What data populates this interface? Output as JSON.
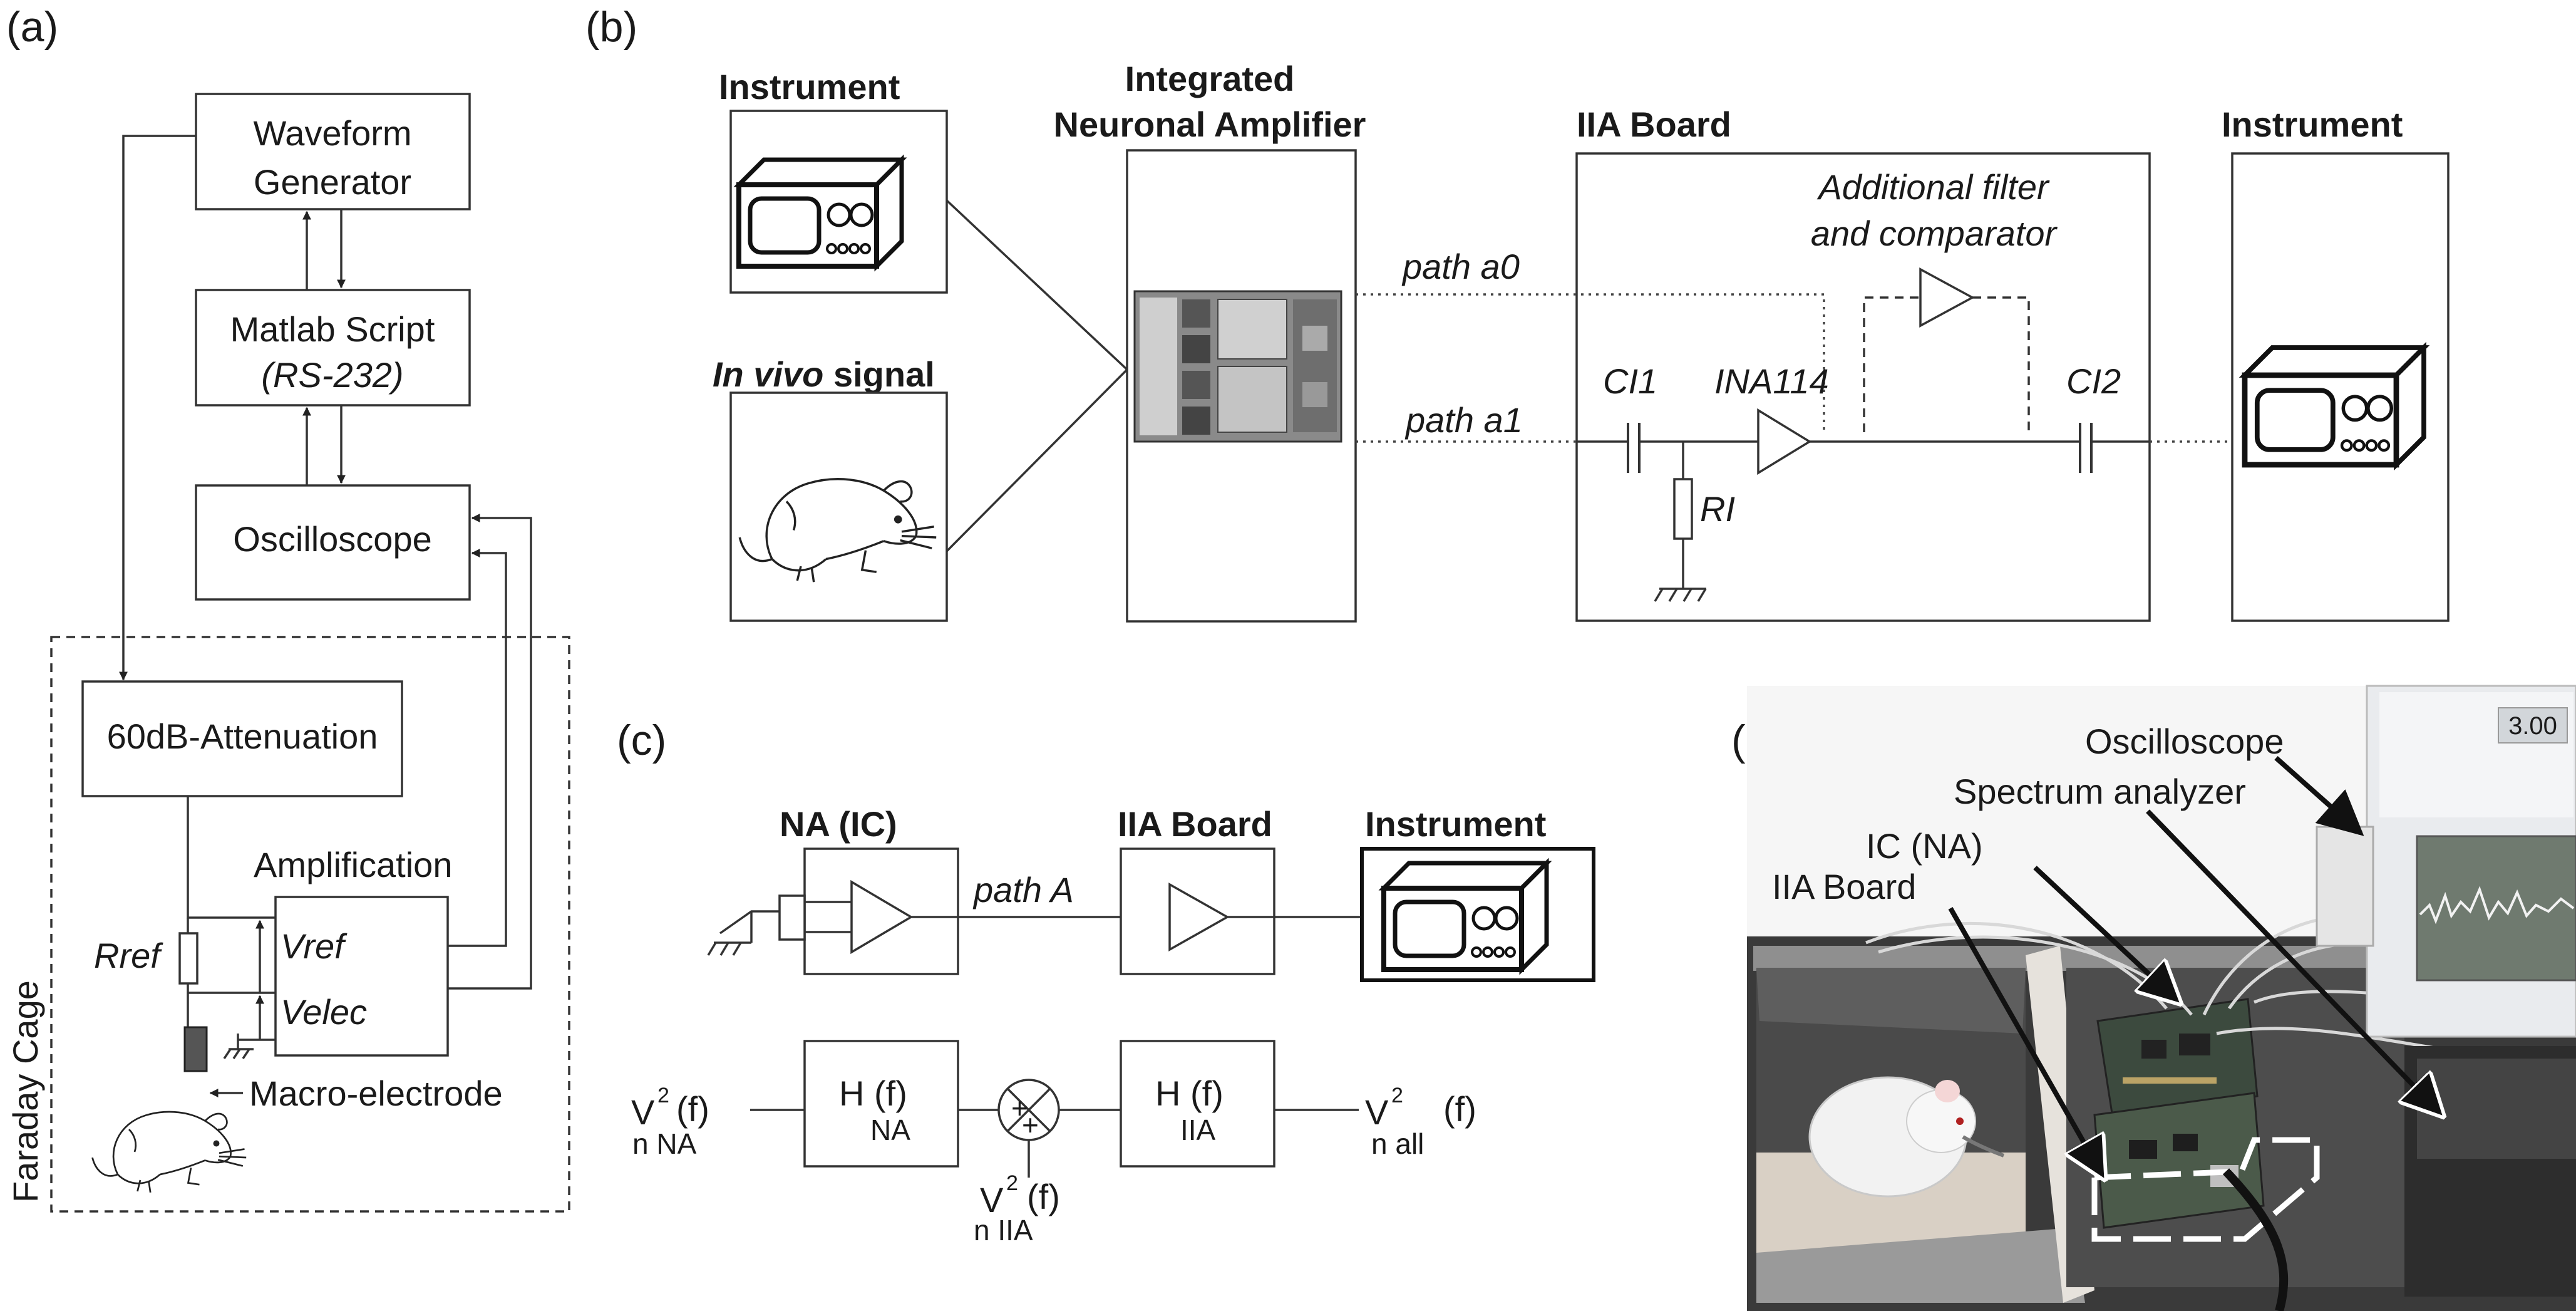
{
  "panels": {
    "a": "(a)",
    "b": "(b)",
    "c": "(c)",
    "d": "(d)"
  },
  "panel_a": {
    "waveform_generator": [
      "Waveform",
      "Generator"
    ],
    "matlab_script": "Matlab Script",
    "rs232": "(RS-232)",
    "oscilloscope": "Oscilloscope",
    "attenuation": "60dB-Attenuation",
    "amplification": "Amplification",
    "vref": "Vref",
    "velec": "Velec",
    "rref": "Rref",
    "macro_electrode": "Macro-electrode",
    "faraday_cage": "Faraday Cage"
  },
  "panel_b": {
    "instrument_left": "Instrument",
    "in_vivo_italic": "In vivo",
    "in_vivo_rest": " signal",
    "integrated_amp": [
      "Integrated",
      "Neuronal Amplifier"
    ],
    "iia_board": "IIA Board",
    "instrument_right": "Instrument",
    "additional_filter": [
      "Additional filter",
      "and comparator"
    ],
    "path_a0": "path a0",
    "path_a1": "path a1",
    "ci1": "CI1",
    "ina114": "INA114",
    "ci2": "CI2",
    "ri": "RI"
  },
  "panel_c": {
    "na_ic": "NA (IC)",
    "iia_board": "IIA Board",
    "instrument": "Instrument",
    "path_a": "path A",
    "v_na": "V",
    "v_na_sub": "n NA",
    "v_na_f": "(f)",
    "h_na": "H (f)",
    "h_na_sub": "NA",
    "h_iia": "H (f)",
    "h_iia_sub": "IIA",
    "v_all": "V",
    "v_all_sub": "n all",
    "v_all_f": "(f)",
    "v_iia": "V",
    "v_iia_sub": "n IIA",
    "v_iia_f": "(f)",
    "sq": "2",
    "plus": "+"
  },
  "panel_d": {
    "oscilloscope": "Oscilloscope",
    "spectrum_analyzer": "Spectrum analyzer",
    "ic_na": "IC (NA)",
    "iia_board": "IIA Board",
    "screen_readout": "3.00"
  }
}
